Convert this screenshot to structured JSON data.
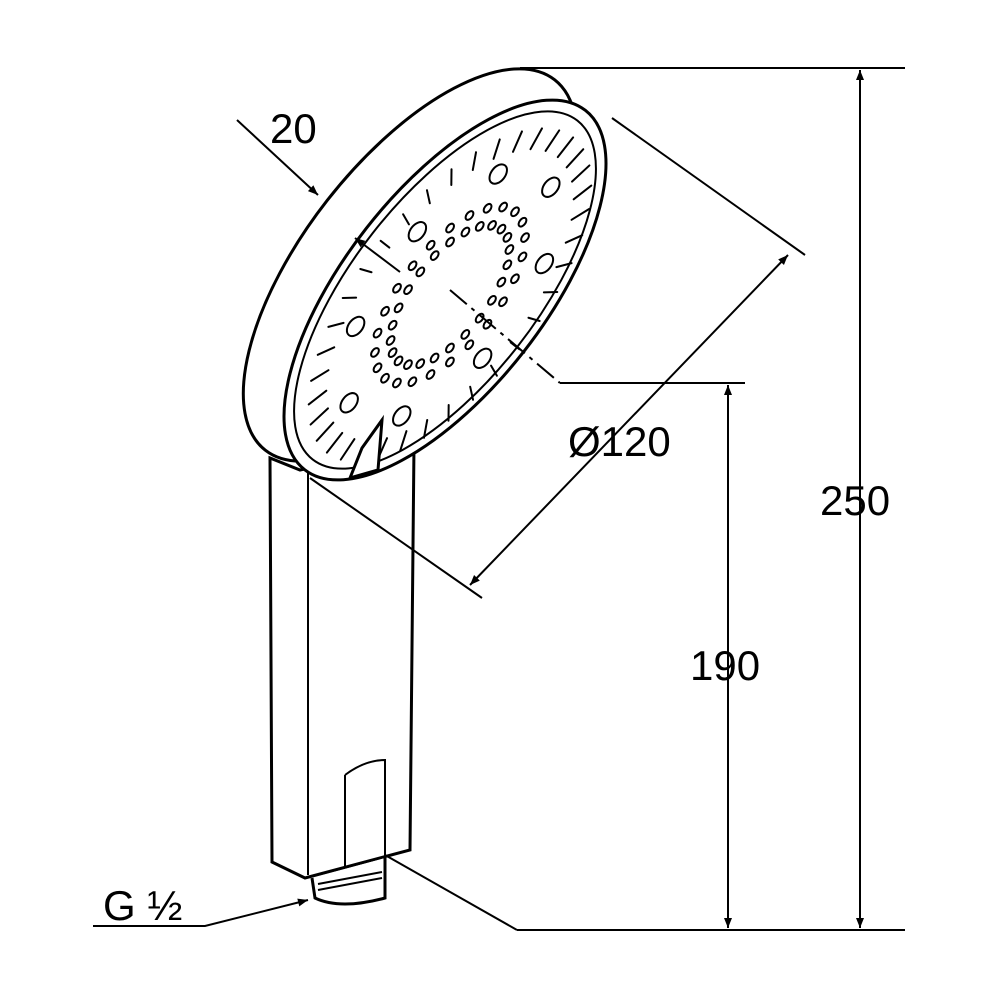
{
  "dimensions": {
    "face_depth": "20",
    "diameter": "Ø120",
    "total_height": "250",
    "handle_height": "190",
    "thread": "G ½"
  },
  "colors": {
    "line": "#000000",
    "background": "#ffffff"
  }
}
